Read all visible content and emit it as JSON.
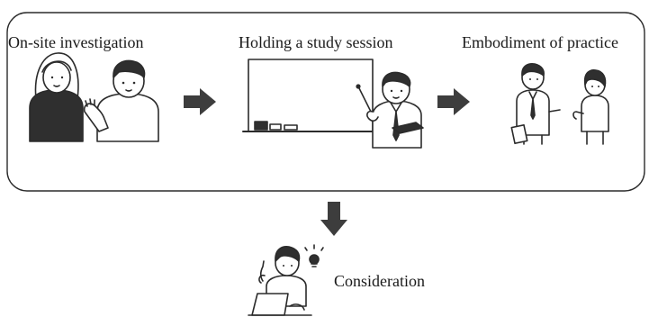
{
  "stages": [
    {
      "label": "On-site investigation"
    },
    {
      "label": "Holding a study session"
    },
    {
      "label": "Embodiment of practice"
    }
  ],
  "result": {
    "label": "Consideration"
  },
  "colors": {
    "line": "#2b2b2b",
    "arrow": "#3d3d3d",
    "dark_fill": "#2f2f2f",
    "face": "#ffffff"
  },
  "icons": [
    "right-arrow-icon",
    "down-arrow-icon",
    "lightbulb-icon",
    "laptop-icon",
    "pointer-stick-icon"
  ]
}
